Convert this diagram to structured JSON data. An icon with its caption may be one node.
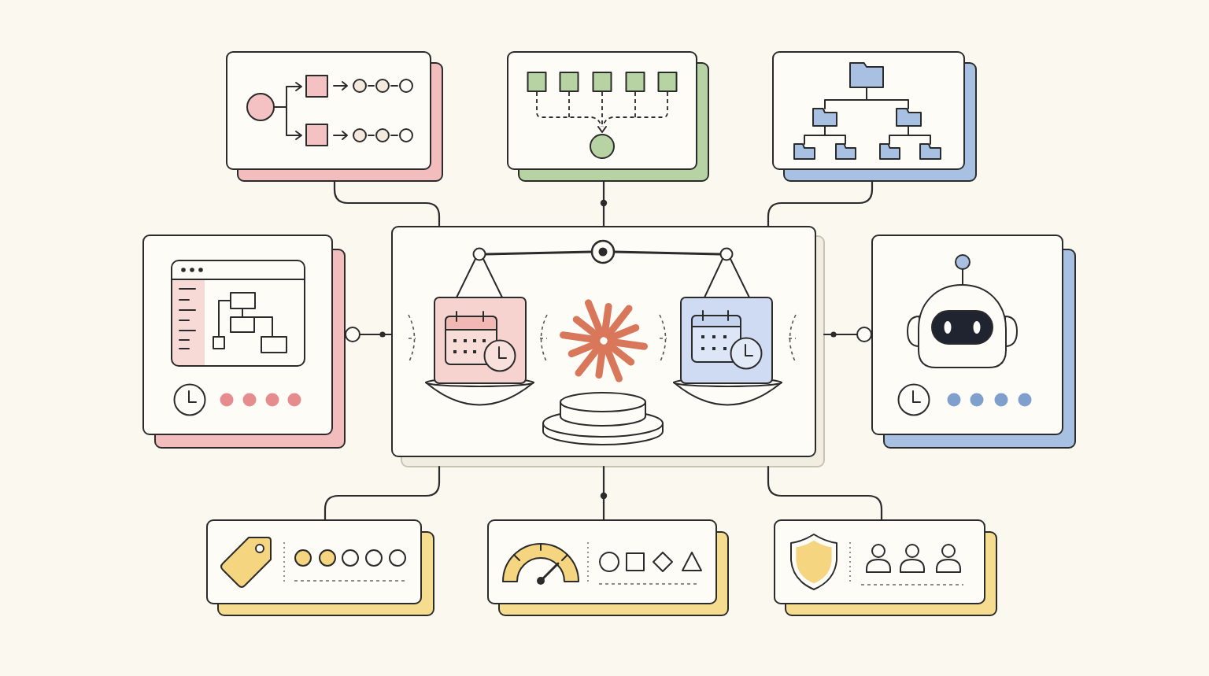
{
  "diagram": {
    "nodes": [
      {
        "text": [],
        "shape": "picture"
      },
      {
        "text": [],
        "shape": "picture"
      },
      {
        "text": [],
        "shape": "picture"
      },
      {
        "text": [],
        "shape": "picture"
      },
      {
        "text": [],
        "shape": "picture"
      },
      {
        "text": [],
        "shape": "picture"
      },
      {
        "text": [],
        "shape": "picture"
      },
      {
        "text": [],
        "shape": "picture"
      },
      {
        "text": [],
        "shape": "picture"
      }
    ],
    "edges": [
      {
        "from": 4,
        "to": 0,
        "arrow": "none"
      },
      {
        "from": 4,
        "to": 1,
        "arrow": "none"
      },
      {
        "from": 4,
        "to": 2,
        "arrow": "none"
      },
      {
        "from": 4,
        "to": 3,
        "arrow": "other"
      },
      {
        "from": 4,
        "to": 5,
        "arrow": "other"
      },
      {
        "from": 4,
        "to": 6,
        "arrow": "none"
      },
      {
        "from": 4,
        "to": 7,
        "arrow": "none"
      },
      {
        "from": 4,
        "to": 8,
        "arrow": "none"
      }
    ]
  }
}
